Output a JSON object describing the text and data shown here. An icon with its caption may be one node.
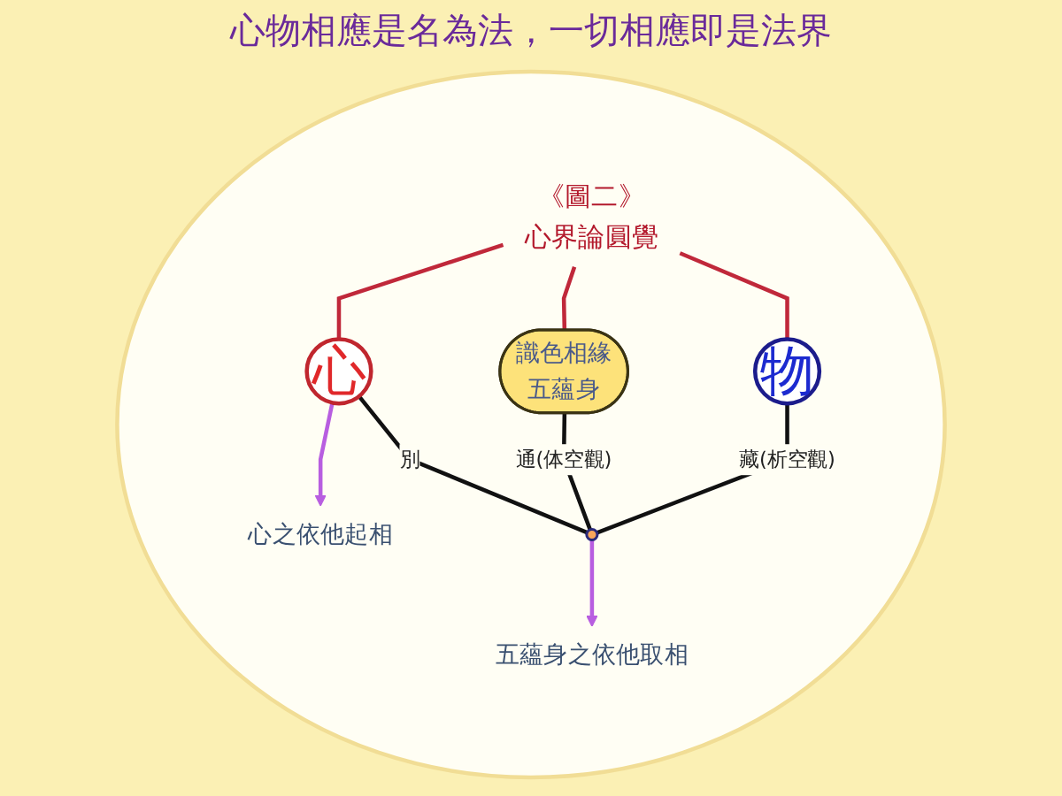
{
  "diagram": {
    "nodes": [
      {
        "text": [],
        "shape": "ellipse"
      },
      {
        "text": [
          "《圖二》",
          "心界論圓覺"
        ],
        "in": 0
      },
      {
        "text": [
          "心"
        ],
        "in": 0
      },
      {
        "text": [
          "識色相緣",
          "五蘊身"
        ],
        "in": 0
      },
      {
        "text": [],
        "shape": "ellipse",
        "in": 0
      },
      {
        "text": [
          "物"
        ],
        "in": 0
      },
      {
        "text": [
          "心之依他起相"
        ],
        "in": 0
      },
      {
        "text": [
          "五蘊身之依他取相"
        ],
        "in": 0
      }
    ],
    "edges": [
      {
        "from": 1,
        "to": 2,
        "arrow": "none",
        "color": "#c0283a"
      },
      {
        "from": 1,
        "to": 3,
        "arrow": "none",
        "color": "#c0283a"
      },
      {
        "from": 1,
        "to": 5,
        "arrow": "none",
        "color": "#c0283a"
      },
      {
        "from": 2,
        "to": 6,
        "arrow": "to",
        "color": "#b85ee0"
      },
      {
        "from": 4,
        "to": 7,
        "arrow": "to",
        "color": "#b85ee0"
      },
      {
        "from": 2,
        "to": 4,
        "arrow": "none",
        "label": "別",
        "color": "#111111"
      },
      {
        "from": 3,
        "to": 4,
        "arrow": "none",
        "label": "通(体空觀)",
        "color": "#111111"
      },
      {
        "from": 5,
        "to": 4,
        "arrow": "none",
        "label": "藏(析空觀)",
        "color": "#111111"
      }
    ],
    "labels": [
      "心物相應是名為法，一切相應即是法界"
    ]
  }
}
